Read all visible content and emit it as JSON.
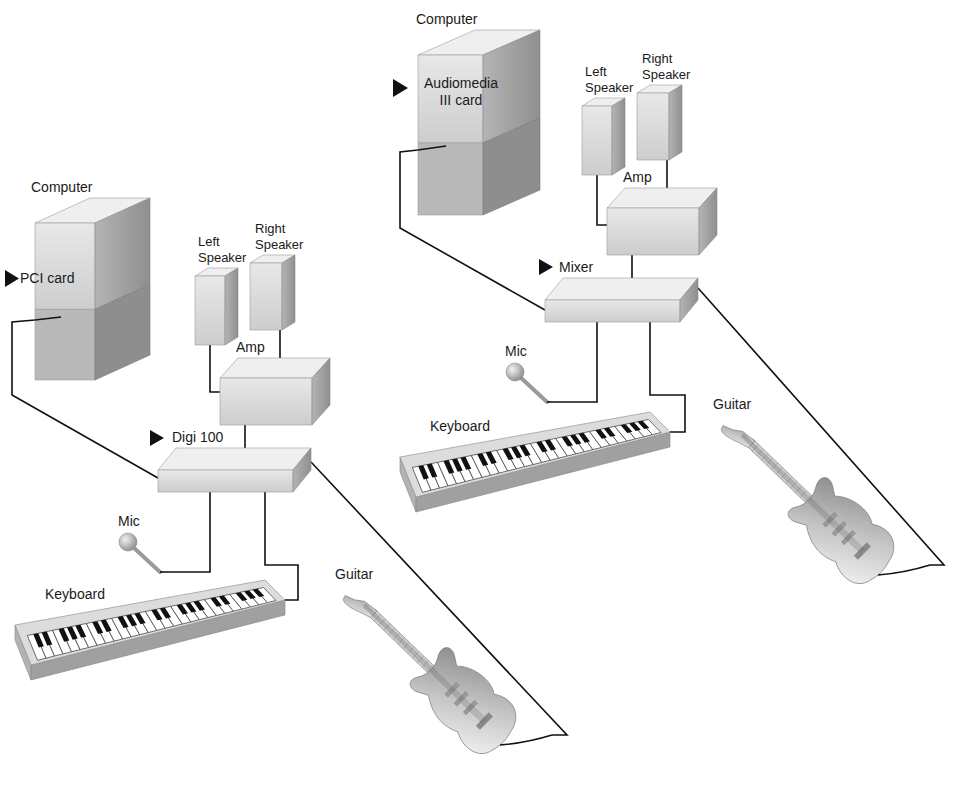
{
  "diagram": {
    "nodes": [
      {
        "text": [
          "Computer",
          "PCI card"
        ]
      },
      {
        "text": [
          "Left Speaker"
        ]
      },
      {
        "text": [
          "Right Speaker"
        ]
      },
      {
        "text": [
          "Amp"
        ]
      },
      {
        "text": [
          "Digi 100"
        ]
      },
      {
        "text": [
          "Mic"
        ]
      },
      {
        "text": [
          "Keyboard"
        ]
      },
      {
        "text": [
          "Guitar"
        ]
      },
      {
        "text": [
          "Computer",
          "Audiomedia III card"
        ]
      },
      {
        "text": [
          "Left Speaker"
        ]
      },
      {
        "text": [
          "Right Speaker"
        ]
      },
      {
        "text": [
          "Amp"
        ]
      },
      {
        "text": [
          "Mixer"
        ]
      },
      {
        "text": [
          "Mic"
        ]
      },
      {
        "text": [
          "Keyboard"
        ]
      },
      {
        "text": [
          "Guitar"
        ]
      }
    ],
    "edges": [
      {
        "from": 0,
        "to": 4,
        "arrow": "none"
      },
      {
        "from": 1,
        "to": 3,
        "arrow": "none"
      },
      {
        "from": 2,
        "to": 3,
        "arrow": "none"
      },
      {
        "from": 3,
        "to": 4,
        "arrow": "none"
      },
      {
        "from": 4,
        "to": 5,
        "arrow": "none"
      },
      {
        "from": 4,
        "to": 6,
        "arrow": "none"
      },
      {
        "from": 4,
        "to": 7,
        "arrow": "none"
      },
      {
        "from": 8,
        "to": 12,
        "arrow": "none"
      },
      {
        "from": 9,
        "to": 11,
        "arrow": "none"
      },
      {
        "from": 10,
        "to": 11,
        "arrow": "none"
      },
      {
        "from": 11,
        "to": 12,
        "arrow": "none"
      },
      {
        "from": 12,
        "to": 13,
        "arrow": "none"
      },
      {
        "from": 12,
        "to": 14,
        "arrow": "none"
      },
      {
        "from": 12,
        "to": 15,
        "arrow": "none"
      }
    ]
  }
}
